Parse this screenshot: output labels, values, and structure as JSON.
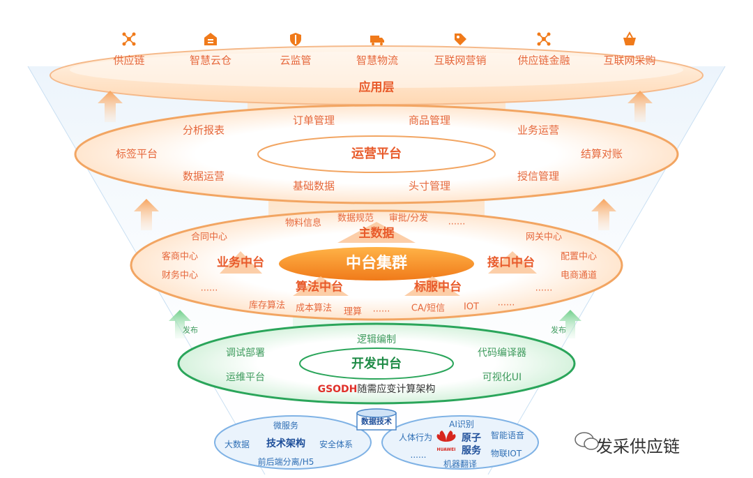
{
  "app_layer": {
    "title": "应用层",
    "items": [
      {
        "label": "供应链",
        "icon": "network-icon"
      },
      {
        "label": "智慧云仓",
        "icon": "warehouse-icon"
      },
      {
        "label": "云监管",
        "icon": "shield-icon"
      },
      {
        "label": "智慧物流",
        "icon": "truck-icon"
      },
      {
        "label": "互联网营销",
        "icon": "tag-icon"
      },
      {
        "label": "供应链金融",
        "icon": "network-icon"
      },
      {
        "label": "互联网采购",
        "icon": "basket-icon"
      }
    ]
  },
  "ops_platform": {
    "title": "运营平台",
    "items": [
      "分析报表",
      "订单管理",
      "商品管理",
      "业务运营",
      "标签平台",
      "结算对账",
      "数据运营",
      "基础数据",
      "头寸管理",
      "授信管理"
    ]
  },
  "middle": {
    "center": "中台集群",
    "master_data": "主数据",
    "business": "业务中台",
    "interface": "接口中台",
    "algorithm": "算法中台",
    "label_service": "标服中台",
    "items": {
      "material": "物料信息",
      "spec": "数据规范",
      "approval": "审批/分发",
      "dots_top": "......",
      "contract": "合同中心",
      "merchant": "客商中心",
      "finance": "财务中心",
      "dots_left": "......",
      "gateway": "网关中心",
      "config": "配置中心",
      "ecom": "电商通道",
      "dots_right": "......",
      "inventory": "库存算法",
      "cost": "成本算法",
      "reason": "理算",
      "dots_bottom": "......",
      "ca": "CA/短信",
      "iot": "IOT",
      "dots_br": "......"
    }
  },
  "dev_platform": {
    "title": "开发中台",
    "items": [
      "逻辑编制",
      "调试部署",
      "代码编译器",
      "运维平台",
      "可视化UI"
    ],
    "footer_brand": "GSODH",
    "footer_text": "随需应变计算架构",
    "publish": "发布"
  },
  "tech": {
    "title": "技术架构",
    "items": [
      "微服务",
      "大数据",
      "安全体系",
      "前后端分离/H5"
    ],
    "data_label": "数据技术"
  },
  "native": {
    "title_line1": "原子",
    "title_line2": "服务",
    "brand": "HUAWEI",
    "items": [
      "AI识别",
      "人体行为",
      "智能语音",
      "......",
      "机器翻译",
      "物联IOT"
    ]
  },
  "watermark": "发采供应链",
  "colors": {
    "orange": "#e6683c",
    "green": "#2aa55a",
    "blue": "#2f6fb5"
  }
}
